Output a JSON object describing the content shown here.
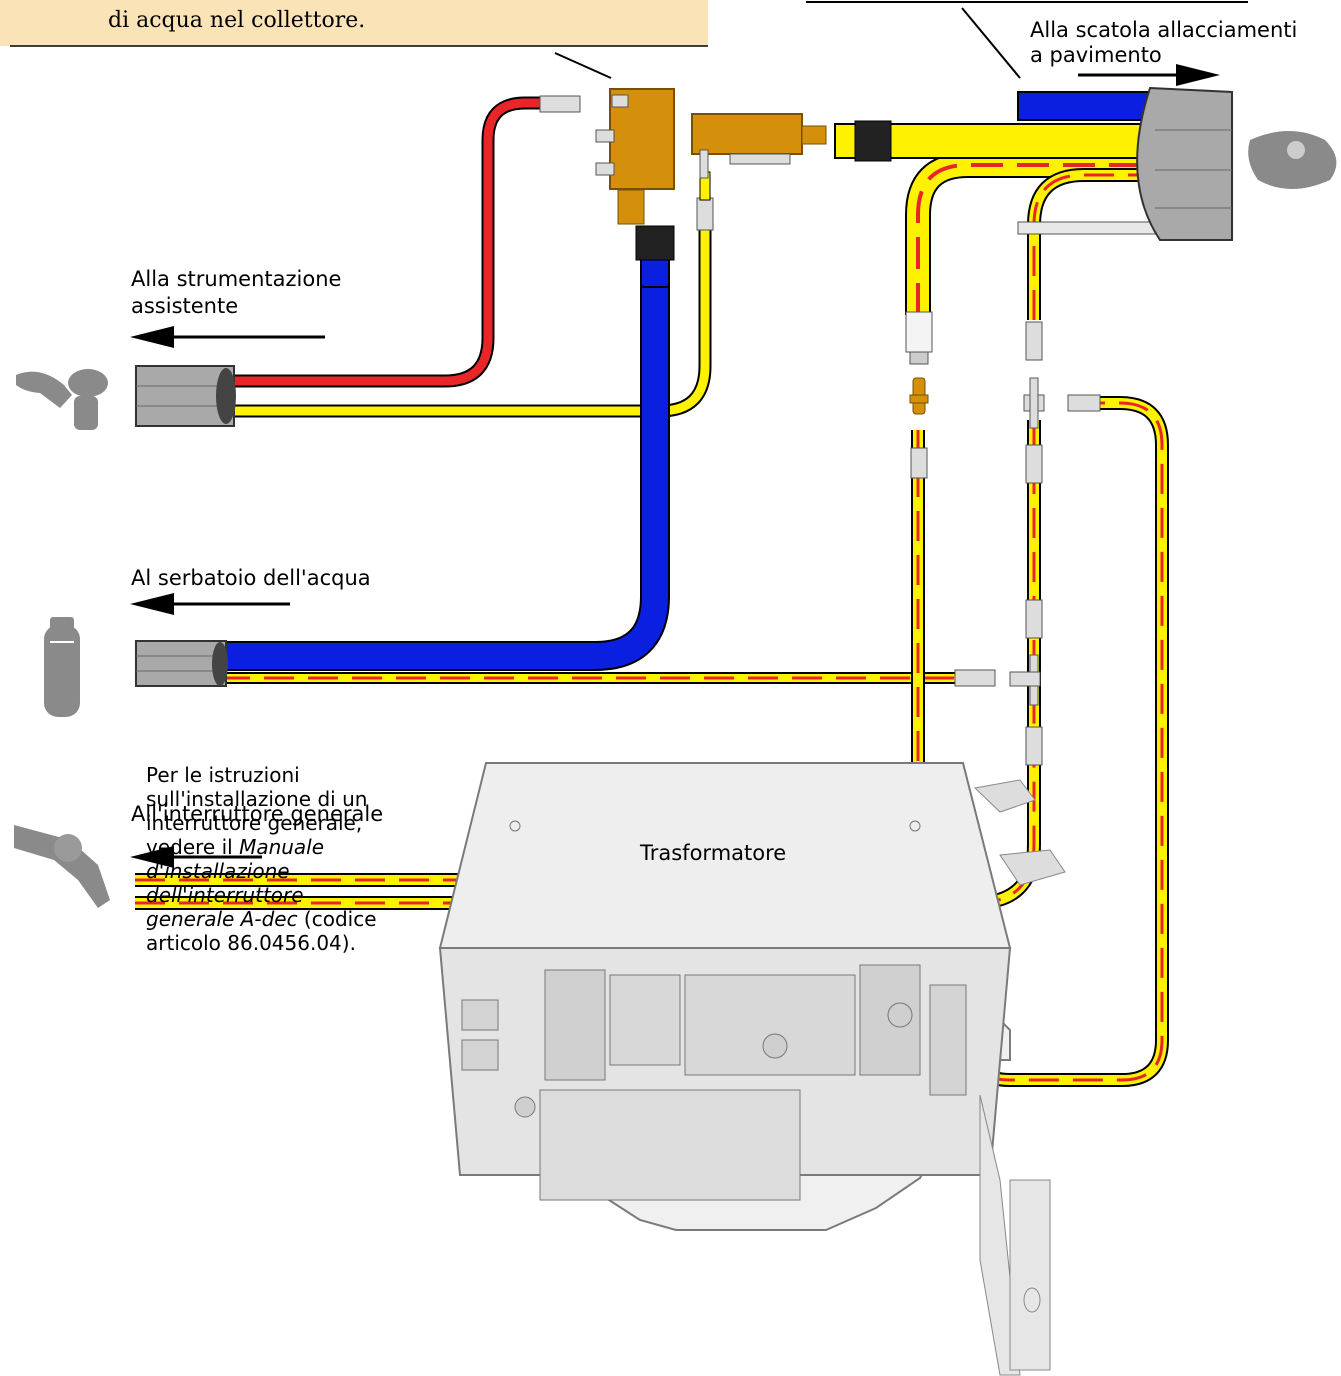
{
  "callouts": {
    "manifold_note_visible_line": "di acqua nel collettore."
  },
  "labels": {
    "floor_box_line1": "Alla scatola allacciamenti",
    "floor_box_line2": "a pavimento",
    "assistant_line1": "Alla strumentazione",
    "assistant_line2": "assistente",
    "water_tank": "Al serbatoio dell'acqua",
    "master_switch": "All'interruttore generale",
    "transformer": "Trasformatore"
  },
  "note": {
    "part1": "Per le istruzioni sull'installazione di un interruttore generale, vedere il ",
    "manual_title": "Manuale d'installazione dell'interruttore generale A-dec",
    "part2": " (codice articolo 86.0456.04)."
  },
  "colors": {
    "red_tube": "#e8262a",
    "yellow_tube": "#fff200",
    "blue_tube": "#0a1fe0",
    "manifold": "#d4900a",
    "callout_bg": "#fbe3b8",
    "umbilical_gray": "#a9a9a9"
  },
  "icons": [
    "assistant-instrument-icon",
    "water-bottle-icon",
    "master-switch-icon",
    "floor-box-icon"
  ]
}
